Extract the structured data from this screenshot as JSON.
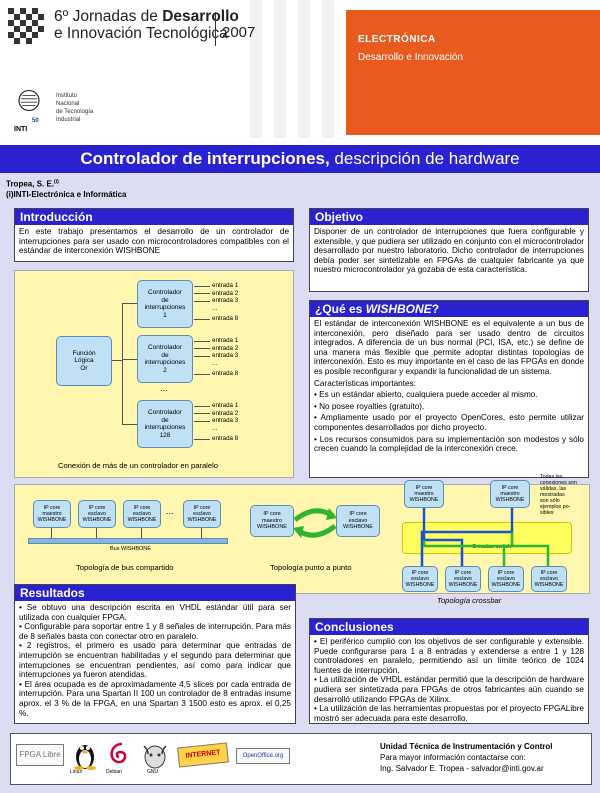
{
  "header": {
    "jornadas_line1": "6º Jornadas de ",
    "jornadas_line1b": "Desarrollo",
    "jornadas_line2": "e Innovación Tecnológica",
    "year": "2007",
    "inti_text": "Instituto\nNacional\nde Tecnología\nIndustrial",
    "inti_logo": "INTI",
    "inti_50": "50",
    "category": "ELECTRÓNICA",
    "category_sub": "Desarrollo e Innovación"
  },
  "title": {
    "bold": "Controlador de interrupciones,",
    "normal": " descripción de hardware"
  },
  "authors": {
    "line1": "Tropea, S. E.",
    "sup1": "(i)",
    "line2": "(i)INTI-Electrónica e Informática"
  },
  "intro": {
    "heading": "Introducción",
    "text": "En este trabajo presentamos el desarrollo de un controlador de interrupciones para ser usado con microcontroladores compatibles con el estándar de interconexión WISHBONE"
  },
  "objetivo": {
    "heading": "Objetivo",
    "text": "Disponer de un controlador de interrupciones que fuera configurable y extensible, y que pudiera ser utilizado en conjunto con el microcontrolador desarrollado por nuestro laboratorio. Dicho controlador de interrupciones debía poder ser sintetizable en FPGAs de cualquier fabricante ya que nuestro microcontrolador ya gozaba de esta característica."
  },
  "wishbone": {
    "heading": "¿Qué es WISHBONE?",
    "text": "El estándar de interconexión WISHBONE es el equivalente a un bus de interconexión, pero diseñado para ser usado dentro de circuitos integrados. A diferencia de un bus normal (PCI, ISA, etc.) se define de una manera más flexible que permite adoptar distintas topologías de interconexión. Esto es muy importante en el caso de las FPGAs en donde es posible reconfigurar y expandir la funcionalidad de un sistema.",
    "subheading": "Características importantes:",
    "items": [
      "• Es un estándar abierto, cualquiera puede acceder al mismo.",
      "• No posee royalties (gratuito).",
      "• Ampliamente usado por el proyecto OpenCores, esto permite utilizar componentes desarrollados por dicho proyecto.",
      "• Los recursos consumidos para su implementación son modestos y sólo crecen cuando la complejidad de la interconexión crece."
    ]
  },
  "diagram1": {
    "func": "Función\nLógica\nOr",
    "ctrl1": "Controlador\nde\ninterrupciones\n1",
    "ctrl2": "Controlador\nde\ninterrupciones\n2",
    "ctrl3": "Controlador\nde\ninterrupciones\n128",
    "inputs": [
      "entrada 1",
      "entrada 2",
      "entrada 3",
      "...",
      "entrada 8"
    ],
    "dots": "...",
    "caption": "Conexión de más de un controlador en paralelo"
  },
  "diagram2": {
    "core_labels": [
      "IP core\nmaestro\nWISHBONE",
      "IP core\nesclavo\nWISHBONE",
      "IP core\nesclavo\nWISHBONE",
      "IP core\nesclavo\nWISHBONE"
    ],
    "dots": "...",
    "bus": "Bus WISHBONE",
    "cap_bus": "Topología de bus compartido",
    "p2p_master": "IP core\nmaestro\nWISHBONE",
    "p2p_slave": "IP core\nesclavo\nWISHBONE",
    "cap_p2p": "Topología punto a punto",
    "xbar_top": [
      "IP core\nmaestro\nWISHBONE",
      "IP core\nmaestro\nWISHBONE"
    ],
    "xbar_bottom": [
      "IP core\nesclavo\nWISHBONE",
      "IP core\nesclavo\nWISHBONE",
      "IP core\nesclavo\nWISHBONE",
      "IP core\nesclavo\nWISHBONE"
    ],
    "xbar_switch": "Crossbar switch",
    "xbar_note": "Todas las\nconexiones son\nválidas, las\nmostradas\nson sólo\nejemplos po-\nsibles",
    "cap_xbar": "Topología crossbar"
  },
  "resultados": {
    "heading": "Resultados",
    "items": [
      "• Se obtuvo una descripción escrita en VHDL estándar útil para ser utilizada con cualquier FPGA.",
      "• Configurable para soportar entre 1 y 8 señales de interrupción. Para más de 8 señales basta con conectar otro en paralelo.",
      "• 2 registros, el primero es usado para determinar que entradas de interrupción se encuentran habilitadas y el segundo para determinar que interrupciones se encuentran pendientes, así como para indicar que interrupciones ya fueron atendidas.",
      "• El área ocupada es de aproximadamente 4,5 slices por cada entrada de interrupción. Para una Spartan II 100 un controlador de 8 entradas insume aprox. el 3 % de la FPGA, en una Spartan 3 1500 esto es aprox. el 0,25 %."
    ]
  },
  "conclusiones": {
    "heading": "Conclusiones",
    "items": [
      "• El periférico cumplió con los objetivos de ser configurable y extensible. Puede configurarse para 1 a 8 entradas y extenderse a entre 1 y 128 controladores en paralelo, permitiendo así un límite teórico de 1024 fuentes de interrupción.",
      "• La utilización de VHDL estándar permitió que la descripción de hardware pudiera ser sintetizada para FPGAs de otros fabricantes aún cuando se desarrolló utilizando FPGAs de Xilinx.",
      "• La utilización de las herramientas propuestas por el proyecto FPGALibre mostró ser adecuada para este desarrollo."
    ]
  },
  "footer": {
    "logos": [
      "FPGA Libre",
      "Linux",
      "Debian",
      "GNU",
      "INTERNET",
      "OpenOffice.org"
    ],
    "unit": "Unidad Técnica de Instrumentación y Control",
    "contact": "Para mayor información contactarse con:",
    "person": "Ing. Salvador E. Tropea - salvador@inti.gov.ar"
  },
  "colors": {
    "accent": "#2a22d0",
    "orange": "#e85a1e",
    "panel": "#dcdcf2",
    "diagram_bg": "#fff6b0",
    "box": "#bfe0f5"
  }
}
